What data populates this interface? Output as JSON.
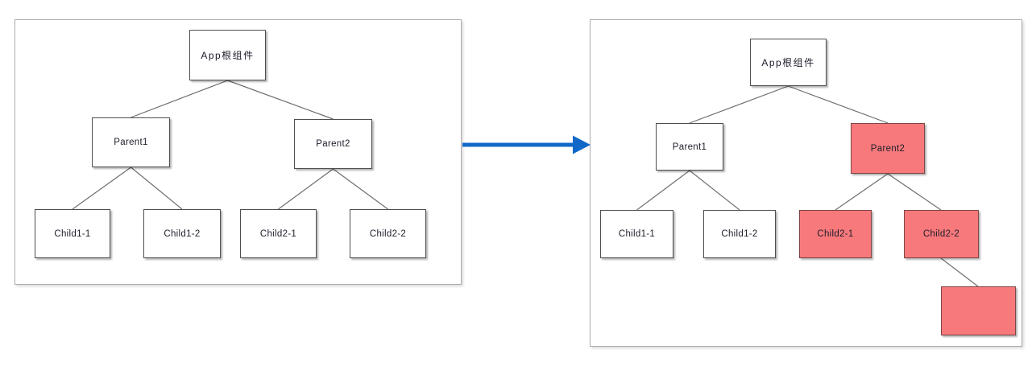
{
  "left_diagram": {
    "description_nodes": "component tree before update",
    "nodes": [
      {
        "id": "app-root",
        "label": "App根组件"
      },
      {
        "id": "parent1",
        "label": "Parent1"
      },
      {
        "id": "parent2",
        "label": "Parent2"
      },
      {
        "id": "child1-1",
        "label": "Child1-1"
      },
      {
        "id": "child1-2",
        "label": "Child1-2"
      },
      {
        "id": "child2-1",
        "label": "Child2-1"
      },
      {
        "id": "child2-2",
        "label": "Child2-2"
      }
    ]
  },
  "right_diagram": {
    "description_nodes": "component tree after update, updated subtree highlighted",
    "nodes": [
      {
        "id": "app-root",
        "label": "App根组件",
        "highlighted": false
      },
      {
        "id": "parent1",
        "label": "Parent1",
        "highlighted": false
      },
      {
        "id": "parent2",
        "label": "Parent2",
        "highlighted": true
      },
      {
        "id": "child1-1",
        "label": "Child1-1",
        "highlighted": false
      },
      {
        "id": "child1-2",
        "label": "Child1-2",
        "highlighted": false
      },
      {
        "id": "child2-1",
        "label": "Child2-1",
        "highlighted": true
      },
      {
        "id": "child2-2",
        "label": "Child2-2",
        "highlighted": true
      },
      {
        "id": "new-child",
        "label": "",
        "highlighted": true
      }
    ]
  },
  "colors": {
    "highlight_fill": "#f7797b",
    "highlight_border": "#7d4545",
    "node_border": "#4f4f4f",
    "connector": "#6e6e6e",
    "arrow_blue": "#1168c8",
    "panel_border": "#ababab"
  }
}
